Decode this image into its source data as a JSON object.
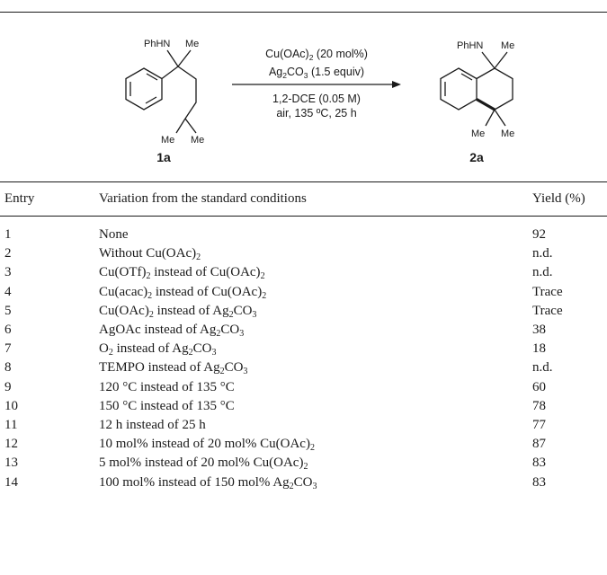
{
  "scheme": {
    "substrate": {
      "label": "1a",
      "nh_group": "PhHN",
      "methyl_top": "Me",
      "methyl_left": "Me",
      "methyl_right": "Me"
    },
    "product": {
      "label": "2a",
      "nh_group": "PhHN",
      "methyl_top": "Me",
      "methyl_left": "Me",
      "methyl_right": "Me"
    },
    "conditions": {
      "catalyst": [
        "Cu(OAc)",
        "2",
        " (20 mol%)"
      ],
      "oxidant": [
        "Ag",
        "2",
        "CO",
        "3",
        " (1.5 equiv)"
      ],
      "solvent": "1,2-DCE (0.05 M)",
      "atmosphere": "air, 135 ºC, 25 h"
    }
  },
  "table": {
    "headers": [
      "Entry",
      "Variation from the standard conditions",
      "Yield (%)"
    ],
    "rows": [
      {
        "entry": "1",
        "variation": [
          [
            "None",
            ""
          ]
        ],
        "yield": "92"
      },
      {
        "entry": "2",
        "variation": [
          [
            "Without Cu(OAc)",
            "2"
          ]
        ],
        "yield": "n.d."
      },
      {
        "entry": "3",
        "variation": [
          [
            "Cu(OTf)",
            "2"
          ],
          [
            " instead of Cu(OAc)",
            "2"
          ]
        ],
        "yield": "n.d."
      },
      {
        "entry": "4",
        "variation": [
          [
            "Cu(acac)",
            "2"
          ],
          [
            " instead of Cu(OAc)",
            "2"
          ]
        ],
        "yield": "Trace"
      },
      {
        "entry": "5",
        "variation": [
          [
            "Cu(OAc)",
            "2"
          ],
          [
            " instead of Ag",
            "2"
          ],
          [
            "CO",
            "3"
          ]
        ],
        "yield": "Trace"
      },
      {
        "entry": "6",
        "variation": [
          [
            "AgOAc instead of Ag",
            "2"
          ],
          [
            "CO",
            "3"
          ]
        ],
        "yield": "38"
      },
      {
        "entry": "7",
        "variation": [
          [
            "O",
            "2"
          ],
          [
            " instead of Ag",
            "2"
          ],
          [
            "CO",
            "3"
          ]
        ],
        "yield": "18"
      },
      {
        "entry": "8",
        "variation": [
          [
            "TEMPO instead of Ag",
            "2"
          ],
          [
            "CO",
            "3"
          ]
        ],
        "yield": "n.d."
      },
      {
        "entry": "9",
        "variation": [
          [
            "120 °C instead of 135 °C",
            ""
          ]
        ],
        "yield": "60"
      },
      {
        "entry": "10",
        "variation": [
          [
            "150 °C instead of 135 °C",
            ""
          ]
        ],
        "yield": "78"
      },
      {
        "entry": "11",
        "variation": [
          [
            "12 h instead of 25 h",
            ""
          ]
        ],
        "yield": "77"
      },
      {
        "entry": "12",
        "variation": [
          [
            "10 mol% instead of 20 mol% Cu(OAc)",
            "2"
          ]
        ],
        "yield": "87"
      },
      {
        "entry": "13",
        "variation": [
          [
            "5 mol% instead of 20 mol% Cu(OAc)",
            "2"
          ]
        ],
        "yield": "83"
      },
      {
        "entry": "14",
        "variation": [
          [
            "100 mol% instead of 150 mol% Ag",
            "2"
          ],
          [
            "CO",
            "3"
          ]
        ],
        "yield": "83"
      }
    ]
  }
}
